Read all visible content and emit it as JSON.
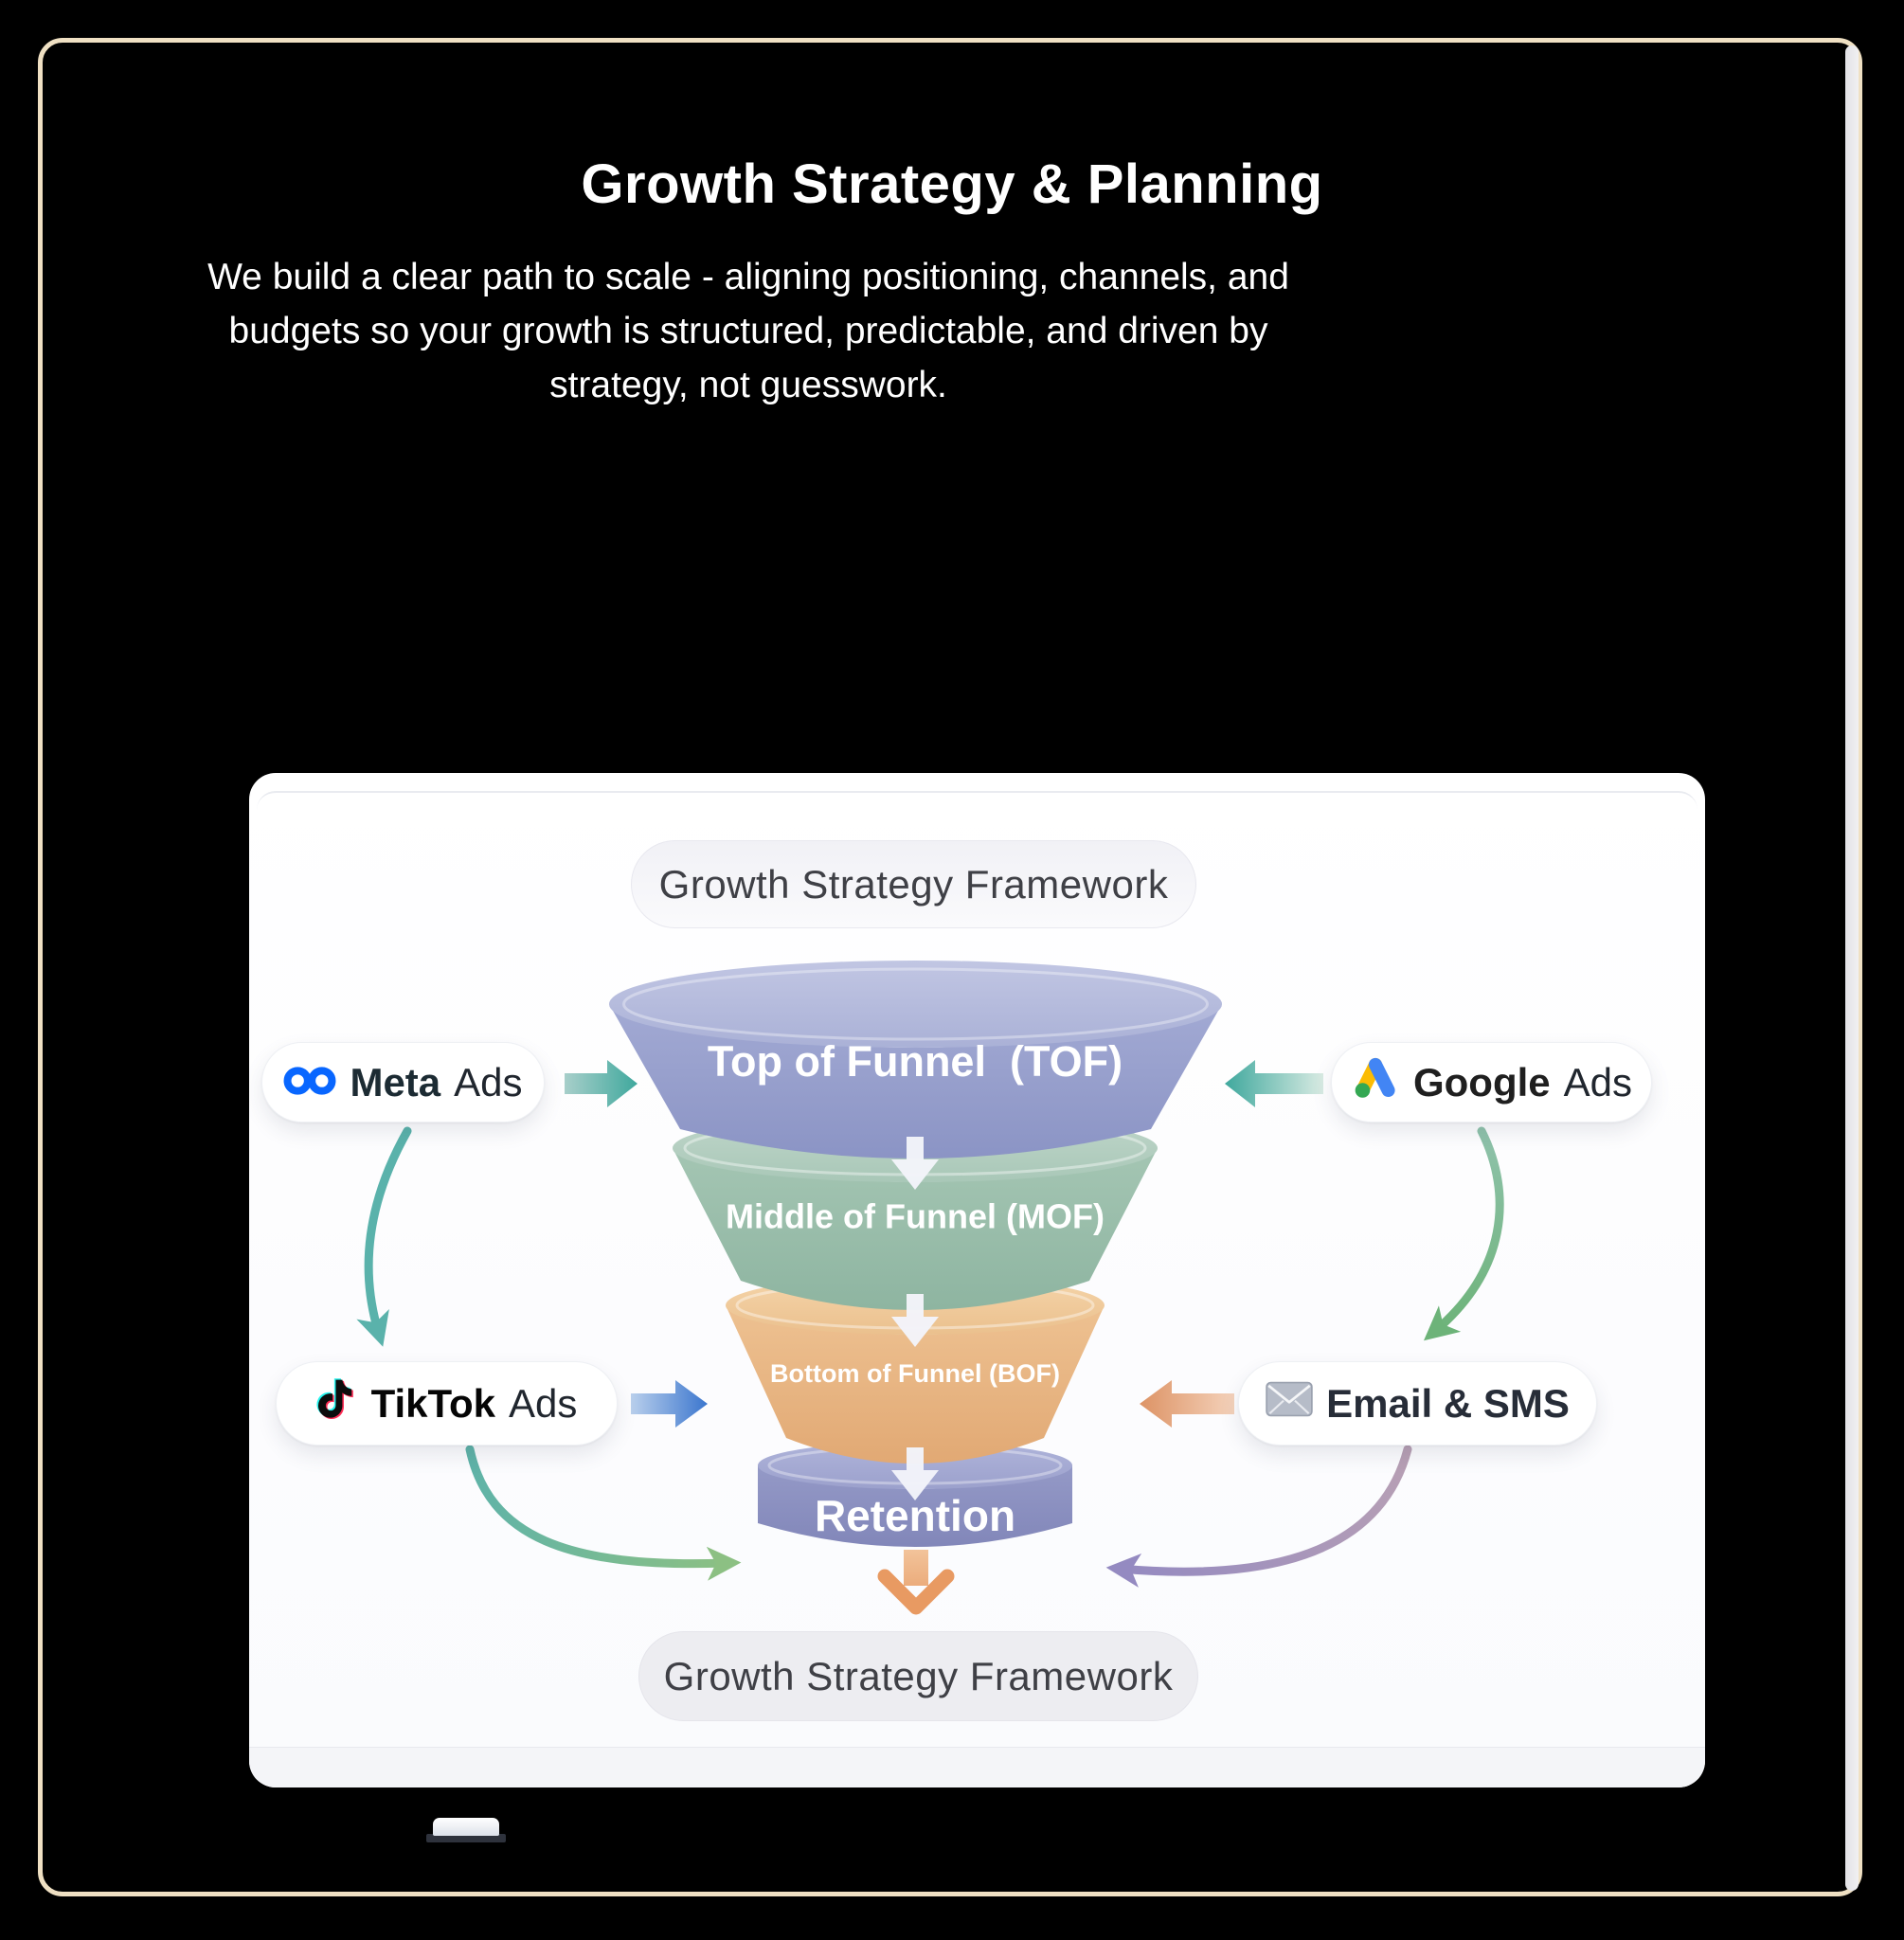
{
  "header": {
    "title": "Growth Strategy & Planning",
    "description_lines": [
      "We build a clear path to scale - aligning positioning, channels, and",
      "budgets so your growth is structured, predictable, and driven by",
      "strategy, not guesswork."
    ]
  },
  "diagram": {
    "top_badge": "Growth Strategy Framework",
    "bottom_badge": "Growth Strategy Framework",
    "stages": [
      {
        "label": "Top of Funnel  (TOF)",
        "color": "#949dcb"
      },
      {
        "label": "Middle of Funnel (MOF)",
        "color": "#9abfab"
      },
      {
        "label": "Bottom of Funnel (BOF)",
        "color": "#e8b781"
      },
      {
        "label": "Retention",
        "color": "#8b90c1"
      }
    ],
    "channels": {
      "meta": {
        "brand": "Meta",
        "suffix": "Ads",
        "icon": "meta-infinity-icon",
        "icon_color": "#0866ff"
      },
      "google": {
        "brand": "Google",
        "suffix": "Ads",
        "icon": "google-ads-icon"
      },
      "tiktok": {
        "brand": "TikTok",
        "suffix": "Ads",
        "icon": "tiktok-note-icon"
      },
      "email": {
        "label": "Email & SMS",
        "icon": "envelope-icon"
      }
    },
    "arrow_colors": {
      "meta_to_funnel": "#3fa89d",
      "google_to_funnel": "#3fa89d",
      "tiktok_to_funnel": "#3b76ce",
      "email_to_funnel": "#dd9365",
      "meta_to_tiktok": "#5ab2ab",
      "google_to_email": "#6db379",
      "tiktok_to_retention": "#8cc083",
      "email_to_retention": "#948ac1",
      "retention_down": "#e89a62"
    },
    "frame_color": "#efe0c3"
  }
}
